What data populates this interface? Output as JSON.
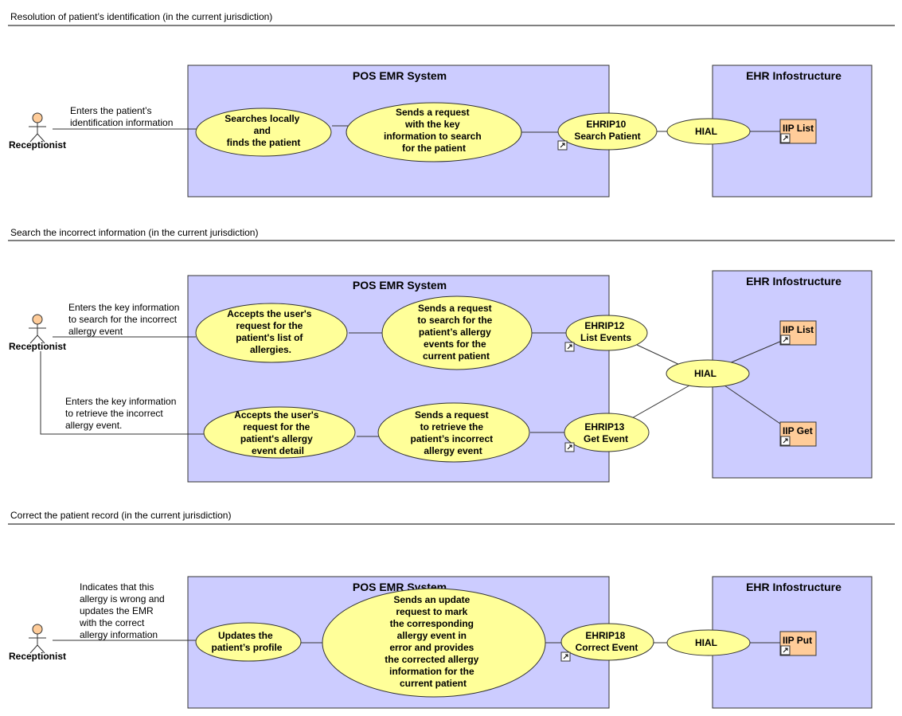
{
  "sections": [
    {
      "title": "Resolution of patient’s identification (in the current jurisdiction)",
      "actor": "Receptionist",
      "note": [
        "Enters the patient’s",
        "identification information"
      ],
      "system_title": "POS EMR System",
      "infra_title": "EHR Infostructure",
      "uc1": [
        "Searches locally",
        "and",
        "finds the patient"
      ],
      "uc2": [
        "Sends a request",
        "with the key",
        "information to search",
        "for the patient"
      ],
      "iface": [
        "EHRIP10",
        "Search Patient"
      ],
      "hial": "HIAL",
      "iip": "IIP List"
    },
    {
      "title": "Search the incorrect information (in the current jurisdiction)",
      "actor": "Receptionist",
      "note1": [
        "Enters the key information",
        "to search for the incorrect",
        "allergy event"
      ],
      "note2": [
        "Enters the key information",
        "to retrieve the incorrect",
        "allergy event."
      ],
      "system_title": "POS EMR System",
      "infra_title": "EHR Infostructure",
      "uc1": [
        "Accepts the user's",
        "request for the",
        "patient's list of",
        "allergies."
      ],
      "uc2": [
        "Sends a request",
        "to search for the",
        "patient’s allergy",
        "events for the",
        "current patient"
      ],
      "iface1": [
        "EHRIP12",
        "List Events"
      ],
      "uc3": [
        "Accepts the user's",
        "request for the",
        "patient's allergy",
        "event detail"
      ],
      "uc4": [
        "Sends a request",
        "to retrieve the",
        "patient’s incorrect",
        "allergy event"
      ],
      "iface2": [
        "EHRIP13",
        "Get Event"
      ],
      "hial": "HIAL",
      "iip1": "IIP List",
      "iip2": "IIP Get"
    },
    {
      "title": "Correct the patient record (in the current jurisdiction)",
      "actor": "Receptionist",
      "note": [
        "Indicates that this",
        "allergy is wrong and",
        "updates the EMR",
        "with the correct",
        "allergy information"
      ],
      "system_title": "POS EMR System",
      "infra_title": "EHR Infostructure",
      "uc1": [
        "Updates the",
        "patient’s profile"
      ],
      "uc2": [
        "Sends an update",
        "request to mark",
        "the corresponding",
        "allergy event in",
        "error and provides",
        "the corrected allergy",
        "information for the",
        "current patient"
      ],
      "iface": [
        "EHRIP18",
        "Correct Event"
      ],
      "hial": "HIAL",
      "iip": "IIP Put"
    }
  ],
  "colors": {
    "system_fill": "#ccccff",
    "usecase_fill": "#ffff99",
    "component_fill": "#ffcc99"
  }
}
